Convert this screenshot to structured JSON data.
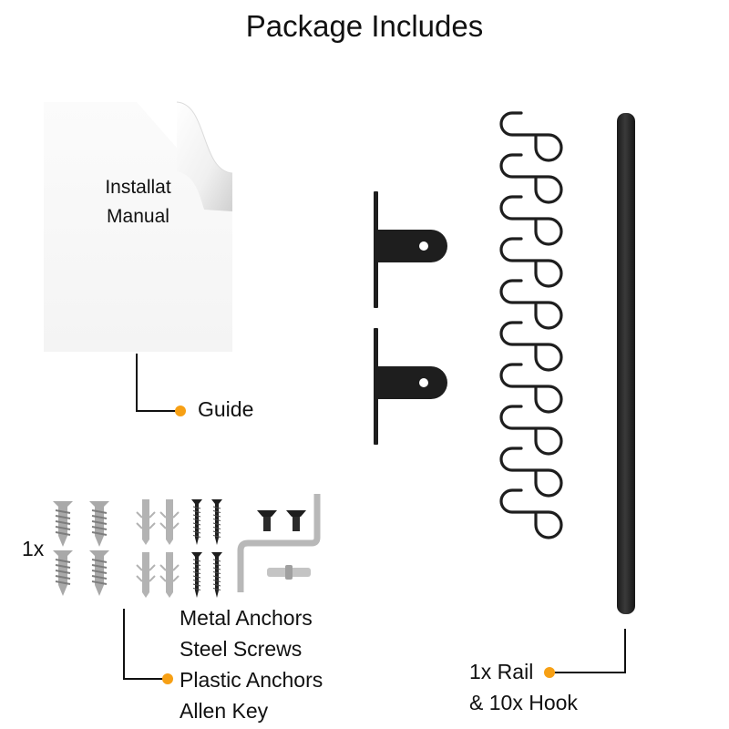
{
  "title": "Package Includes",
  "manual": {
    "text_line1": "Installat",
    "text_line2": "Manual"
  },
  "callouts": {
    "guide": {
      "label": "Guide"
    },
    "hardware": {
      "quantity": "1x",
      "items": [
        "Metal Anchors",
        "Steel Screws",
        "Plastic Anchors",
        "Allen Key"
      ]
    },
    "rail": {
      "line1": "1x Rail",
      "line2": "& 10x Hook"
    }
  },
  "parts": {
    "brackets_count": 2,
    "hooks_count": 10,
    "metal_anchors_count": 4,
    "plastic_anchors_count": 4,
    "steel_screws_count": 4,
    "bolts_count": 2,
    "connector_count": 1,
    "allen_key_count": 1
  },
  "colors": {
    "accent_dot": "#f7a014",
    "hardware_black": "#1e1e1e",
    "metal_grey": "#a9a9a9",
    "text": "#111111"
  }
}
